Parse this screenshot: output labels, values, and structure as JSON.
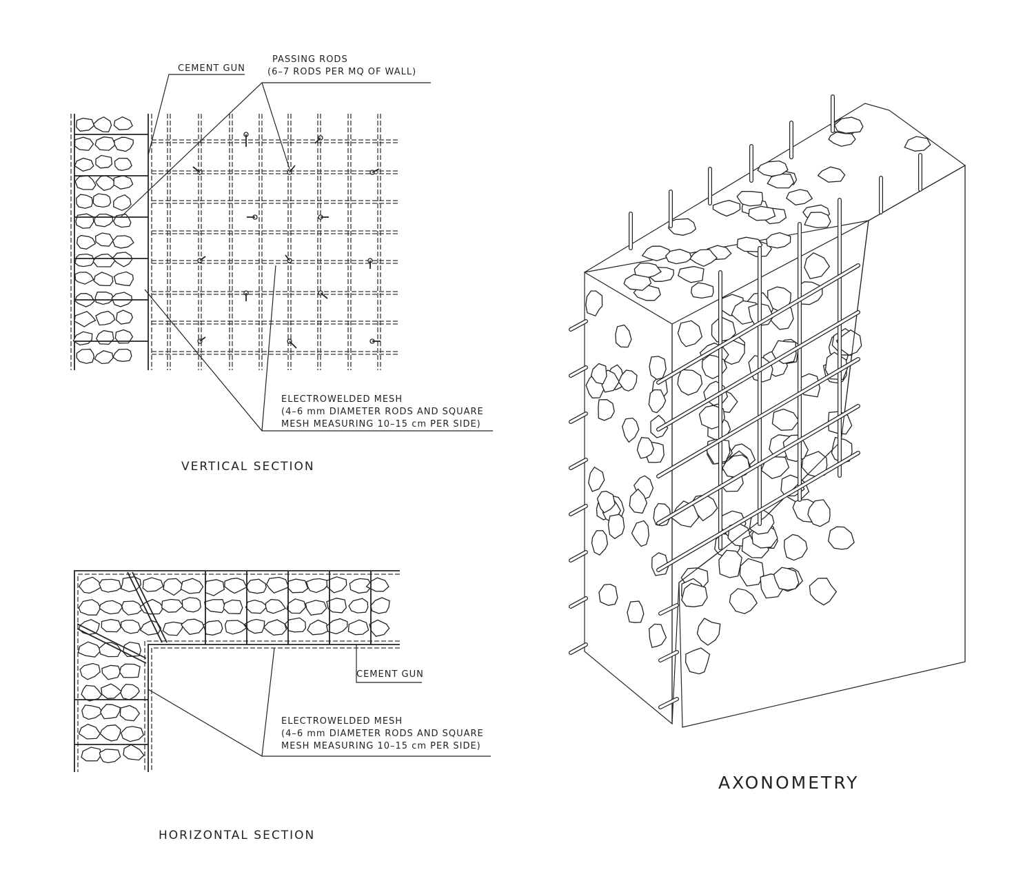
{
  "vertical_section": {
    "title": "VERTICAL SECTION",
    "cement_gun": "CEMENT GUN",
    "passing_rods": [
      "PASSING RODS",
      "(6–7 RODS PER MQ OF WALL)"
    ],
    "mesh": [
      "ELECTROWELDED MESH",
      "(4–6 mm DIAMETER RODS AND SQUARE",
      "MESH MEASURING 10–15 cm PER SIDE)"
    ]
  },
  "horizontal_section": {
    "title": "HORIZONTAL SECTION",
    "cement_gun": "CEMENT GUN",
    "mesh": [
      "ELECTROWELDED MESH",
      "(4–6 mm DIAMETER RODS AND SQUARE",
      "MESH MEASURING 10–15 cm PER SIDE)"
    ]
  },
  "axonometry": {
    "title": "AXONOMETRY"
  }
}
